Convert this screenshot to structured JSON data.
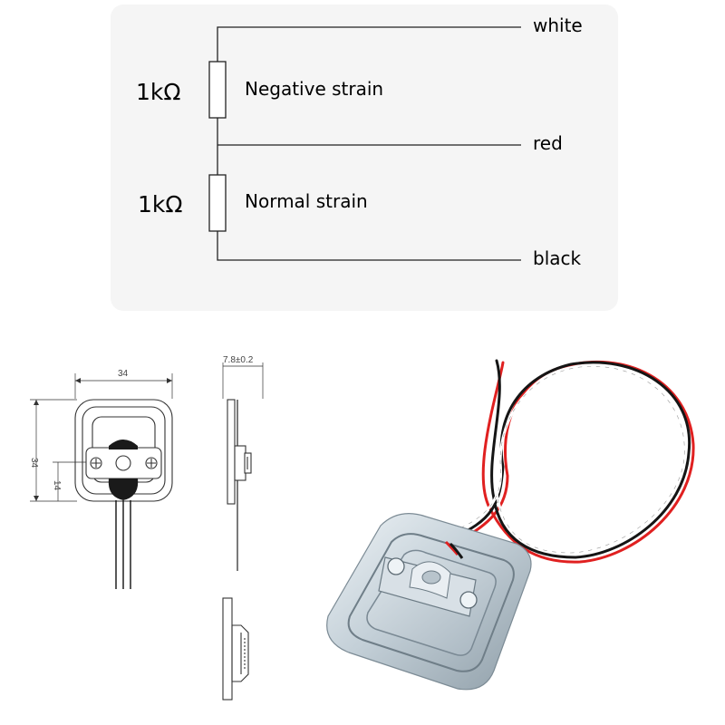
{
  "circuit": {
    "resistor_top_value": "1kΩ",
    "resistor_top_label": "Negative strain",
    "resistor_bottom_value": "1kΩ",
    "resistor_bottom_label": "Normal strain",
    "wire_white": "white",
    "wire_red": "red",
    "wire_black": "black"
  },
  "drawing": {
    "width_dim": "34",
    "height_dim": "34",
    "inner_dim": "14",
    "thickness_dim": "7.8±0.2"
  },
  "colors": {
    "circuit_panel": "#f5f5f5",
    "wire_red": "#e02020",
    "wire_black": "#151515",
    "wire_white": "#ffffff",
    "metal": "#c9d4dc"
  }
}
